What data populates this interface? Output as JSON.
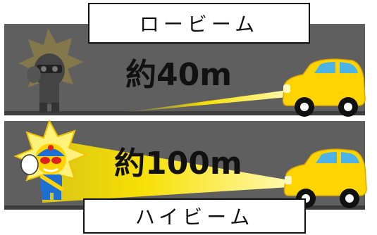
{
  "low_beam": {
    "label": "ロービーム",
    "distance": "約40m"
  },
  "high_beam": {
    "label": "ハイビーム",
    "distance": "約100m"
  },
  "colors": {
    "road": "#5f5f5f",
    "road_edge": "#3d3d3d",
    "beam": "#ffe600",
    "car_body": "#ffd400",
    "car_window": "#4db3e6"
  }
}
